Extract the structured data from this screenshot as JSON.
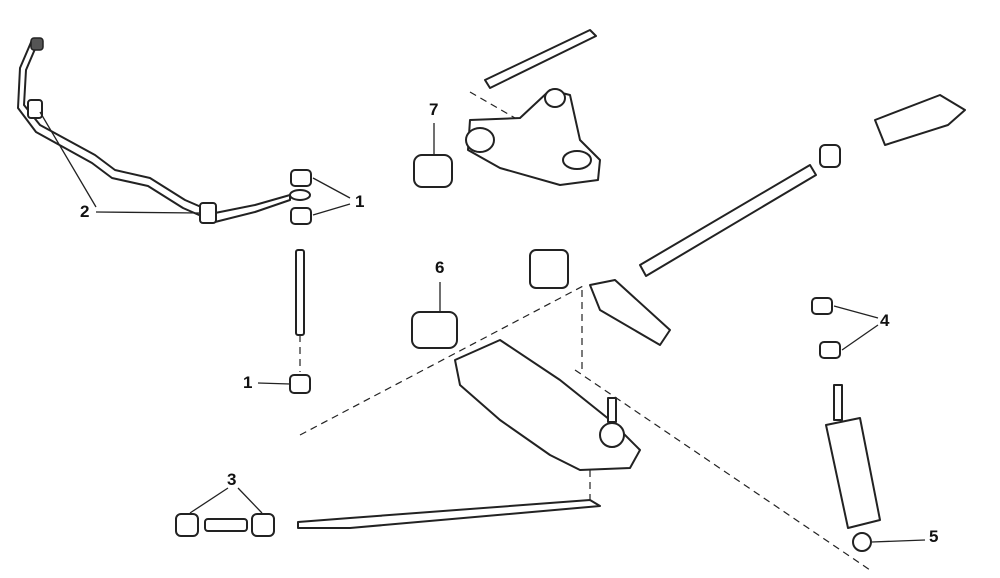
{
  "diagram": {
    "callouts": [
      {
        "id": "stabilizer-link-bushing-upper",
        "number": "1"
      },
      {
        "id": "stabilizer-link-bushing-lower",
        "number": "1"
      },
      {
        "id": "stabilizer-bar-bushing",
        "number": "2"
      },
      {
        "id": "strut-rod-bushing",
        "number": "3"
      },
      {
        "id": "shock-absorber-bushing",
        "number": "4"
      },
      {
        "id": "shock-absorber",
        "number": "5"
      },
      {
        "id": "lower-arm-bushing",
        "number": "6"
      },
      {
        "id": "upper-arm-bushing",
        "number": "7"
      }
    ]
  }
}
